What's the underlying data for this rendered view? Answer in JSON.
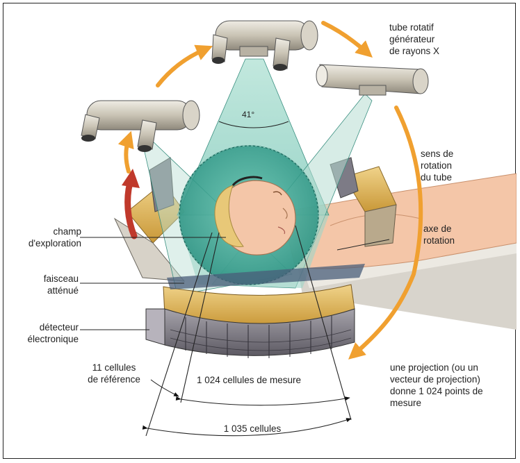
{
  "labels": {
    "tube": "tube rotatif\ngénérateur\nde rayons X",
    "angle": "41°",
    "rotation_direction": "sens de\nrotation\ndu tube",
    "rotation_axis": "axe de\nrotation",
    "field": "champ\nd'exploration",
    "attenuated_beam": "faisceau\natténué",
    "detector": "détecteur\nélectronique",
    "projection": "une projection (ou un\nvecteur de projection)\ndonne 1 024 points de\nmesure",
    "reference_cells": "11 cellules\nde référence",
    "measure_cells": "1 024 cellules de mesure",
    "total_cells": "1 035 cellules"
  },
  "colors": {
    "beam": "#8fd0c0",
    "beam_dark": "#2f9c8c",
    "tube_metal": "#c8c2b4",
    "arrow_orange": "#f0a030",
    "arrow_red": "#c0392b",
    "gantry_yellow": "#e2b85c",
    "detector_gray": "#8a8790",
    "skin": "#f4c6a8",
    "hair": "#e8c878"
  }
}
